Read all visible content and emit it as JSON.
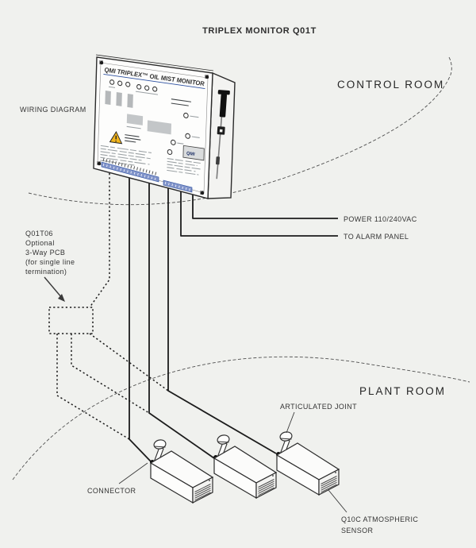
{
  "title": "TRIPLEX MONITOR Q01T",
  "regions": {
    "control_room": "CONTROL ROOM",
    "plant_room": "PLANT ROOM"
  },
  "labels": {
    "wiring_diagram": "WIRING DIAGRAM",
    "power": "POWER 110/240VAC",
    "alarm": "TO ALARM PANEL",
    "pcb": {
      "lines": [
        "Q01T06",
        "Optional",
        "3-Way PCB",
        "(for single line",
        "termination)"
      ]
    },
    "articulated_joint": "ARTICULATED JOINT",
    "connector": "CONNECTOR",
    "sensor": {
      "lines": [
        "Q10C ATMOSPHERIC",
        "SENSOR"
      ]
    }
  },
  "panel": {
    "header": "QMI TRIPLEX™ OIL MIST MONITOR",
    "logo": "QMI"
  },
  "colors": {
    "background": "#f0f1ee",
    "line": "#1c1c1c",
    "panel_blue": "#2b4fa0",
    "terminal_blue": "#8093c9",
    "warning_yellow": "#f2b51d"
  }
}
